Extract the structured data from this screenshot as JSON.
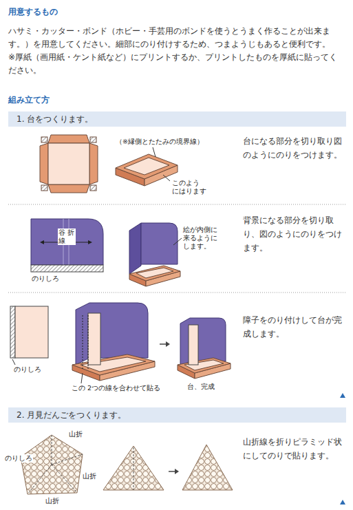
{
  "diagram": {
    "nodes": [
      {
        "text": [
          "1. 台をつくります。"
        ]
      },
      {
        "text": [
          "2. 月見だんごをつくります。"
        ]
      }
    ],
    "labels": [
      "用意するもの",
      "ハサミ・カッター・ボンド（ホビー・手芸用のボンドを使うとうまく作ることが出来ます。）を用意してください。細部にのり付けするため、つまようじもあると便利です。",
      "※厚紙（画用紙・ケント紙など）にプリントするか、プリントしたものを厚紙に貼ってください。",
      "組み立て方",
      "（※縁側とたたみの境界線）",
      "このよう にはります",
      "台になる部分を切り取り図のようにのりをつけます。",
      "谷 折線",
      "のりしろ",
      "絵が内側に 来るように します。",
      "背景になる部分を切り取り、図のようにのりをつけます。",
      "のりしろ",
      "この 2つの線を合わせて貼る",
      "台、完成",
      "障子をのり付けして台が完成します。",
      "山折",
      "のりしろ",
      "山折",
      "山折",
      "山折線を折りピラミッド状にしてのりで貼ります。"
    ]
  }
}
